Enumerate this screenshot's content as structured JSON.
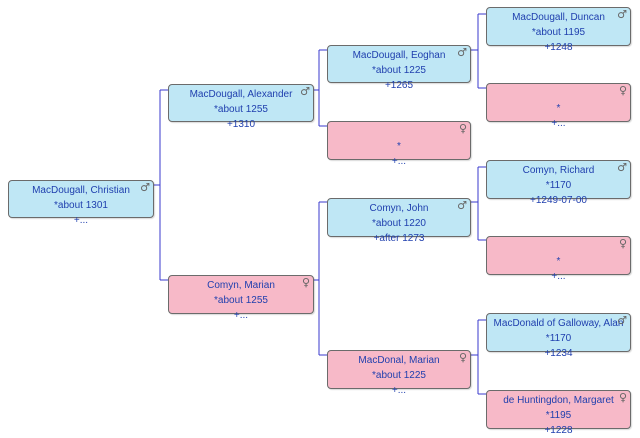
{
  "people": [
    {
      "id": "christian",
      "name": "MacDougall, Christian",
      "born": "*about 1301",
      "died": "+...",
      "sex": "male",
      "symbol": "♂"
    },
    {
      "id": "alexander",
      "name": "MacDougall, Alexander",
      "born": "*about 1255",
      "died": "+1310",
      "sex": "male",
      "symbol": "♂"
    },
    {
      "id": "marian-comyn",
      "name": "Comyn, Marian",
      "born": "*about 1255",
      "died": "+...",
      "sex": "female",
      "symbol": "♀"
    },
    {
      "id": "eoghan",
      "name": "MacDougall, Eoghan",
      "born": "*about 1225",
      "died": "+1265",
      "sex": "male",
      "symbol": "♂"
    },
    {
      "id": "unknown-1",
      "name": "",
      "born": "*",
      "died": "+...",
      "sex": "female",
      "symbol": "♀"
    },
    {
      "id": "john",
      "name": "Comyn, John",
      "born": "*about 1220",
      "died": "+after 1273",
      "sex": "male",
      "symbol": "♂"
    },
    {
      "id": "marian-macdonal",
      "name": "MacDonal, Marian",
      "born": "*about 1225",
      "died": "+...",
      "sex": "female",
      "symbol": "♀"
    },
    {
      "id": "duncan",
      "name": "MacDougall, Duncan",
      "born": "*about 1195",
      "died": "+1248",
      "sex": "male",
      "symbol": "♂"
    },
    {
      "id": "unknown-2",
      "name": "",
      "born": "*",
      "died": "+...",
      "sex": "female",
      "symbol": "♀"
    },
    {
      "id": "richard",
      "name": "Comyn, Richard",
      "born": "*1170",
      "died": "+1249-07-00",
      "sex": "male",
      "symbol": "♂"
    },
    {
      "id": "unknown-3",
      "name": "",
      "born": "*",
      "died": "+...",
      "sex": "female",
      "symbol": "♀"
    },
    {
      "id": "alan",
      "name": "MacDonald of Galloway, Alan",
      "born": "*1170",
      "died": "+1234",
      "sex": "male",
      "symbol": "♂"
    },
    {
      "id": "margaret",
      "name": "de Huntingdon, Margaret",
      "born": "*1195",
      "died": "+1228",
      "sex": "female",
      "symbol": "♀"
    }
  ],
  "colors": {
    "male": "#bfe7f5",
    "female": "#f7b9c8",
    "text": "#1f3fae",
    "connector": "#3a3acd"
  }
}
